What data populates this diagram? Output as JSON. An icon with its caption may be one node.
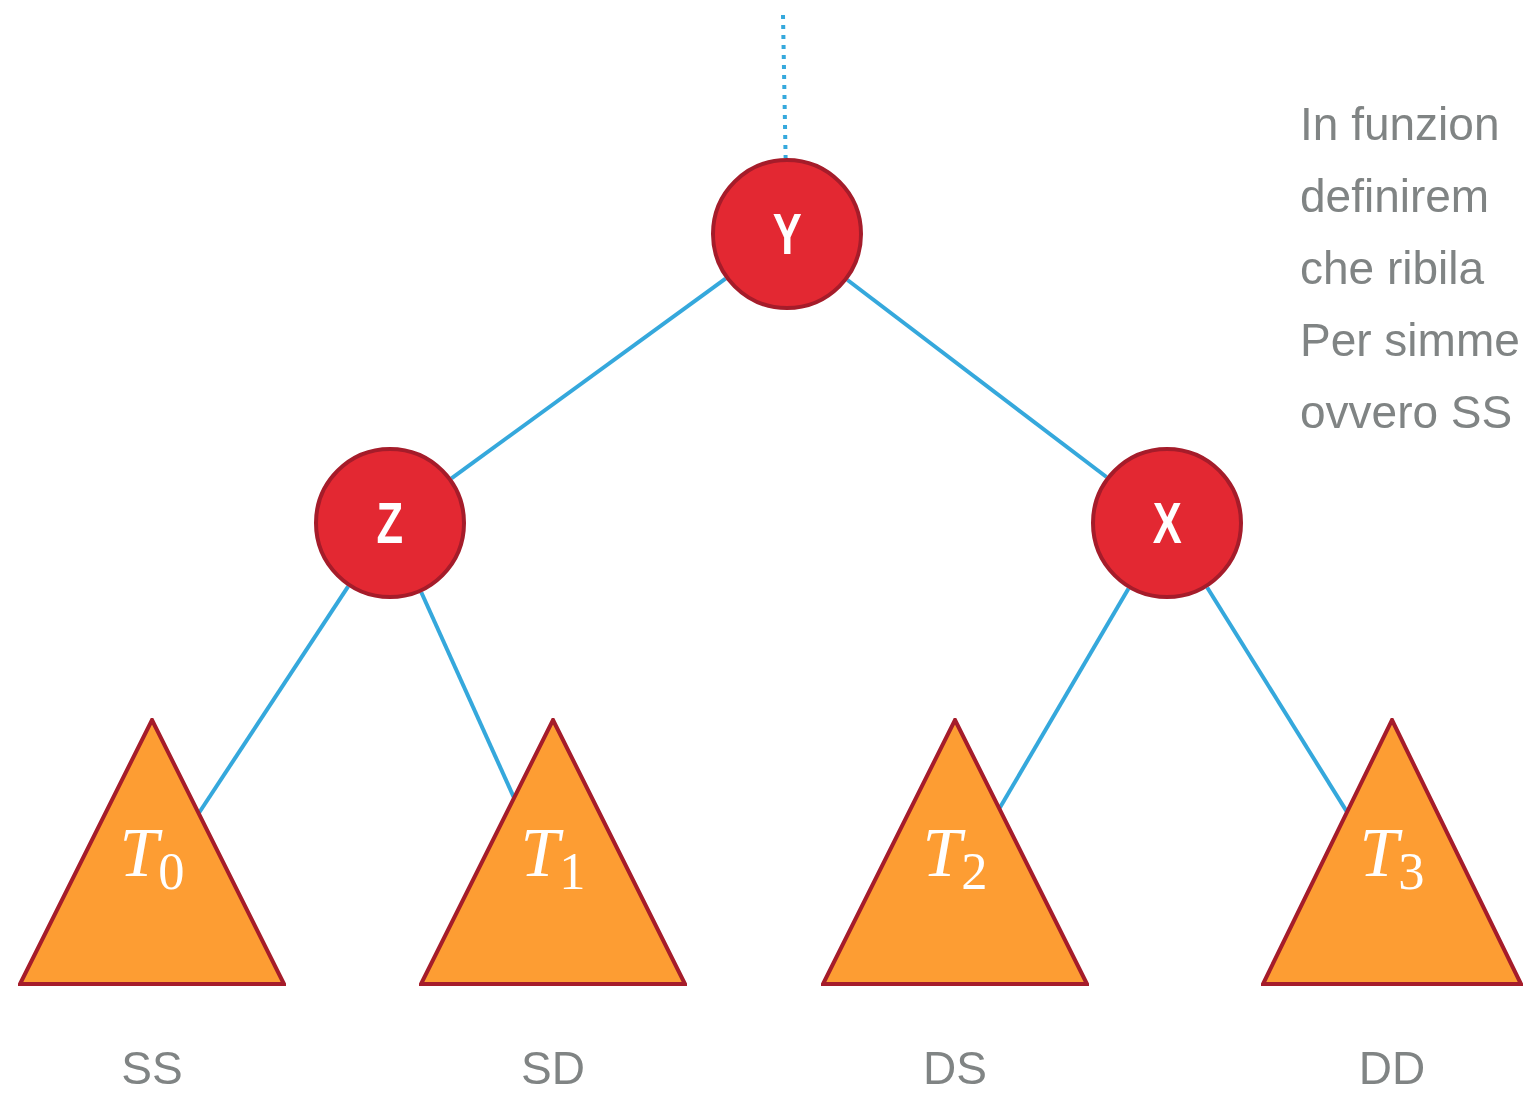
{
  "diagram": {
    "nodes": [
      {
        "text": [
          "Y"
        ]
      },
      {
        "text": [
          "Z"
        ]
      },
      {
        "text": [
          "X"
        ]
      },
      {
        "text": [
          "*T*$_{0}$"
        ],
        "beside": [
          "SS"
        ]
      },
      {
        "text": [
          "*T*$_{1}$"
        ],
        "beside": [
          "SD"
        ]
      },
      {
        "text": [
          "*T*$_{2}$"
        ],
        "beside": [
          "DS"
        ]
      },
      {
        "text": [
          "*T*$_{3}$"
        ],
        "beside": [
          "DD"
        ]
      }
    ],
    "edges": [
      {
        "from": null,
        "to": 0,
        "arrow": "none",
        "style": "dashed"
      },
      {
        "from": 0,
        "to": 1,
        "arrow": "none"
      },
      {
        "from": 0,
        "to": 2,
        "arrow": "none"
      },
      {
        "from": 1,
        "to": 3,
        "arrow": "none"
      },
      {
        "from": 1,
        "to": 4,
        "arrow": "none"
      },
      {
        "from": 2,
        "to": 5,
        "arrow": "none"
      },
      {
        "from": 2,
        "to": 6,
        "arrow": "none"
      }
    ],
    "labels": [
      "In funzion",
      "definirem",
      "che ribila",
      "Per simme",
      "ovvero SS"
    ]
  }
}
